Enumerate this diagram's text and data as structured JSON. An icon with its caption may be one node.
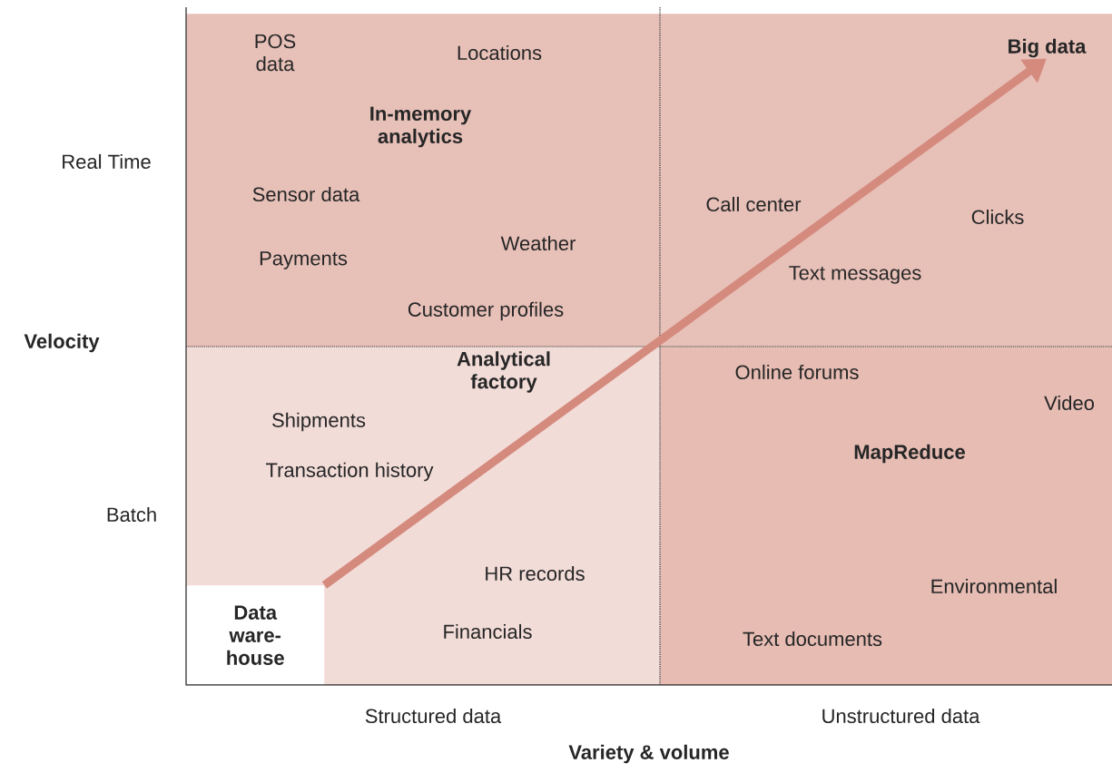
{
  "diagram": {
    "nodes": [
      {
        "text": [
          "POS data",
          "Locations",
          "In-memory analytics",
          "Sensor data",
          "Payments",
          "Weather",
          "Customer profiles"
        ]
      },
      {
        "text": [
          "Call center",
          "Clicks",
          "Text messages"
        ]
      },
      {
        "text": [
          "Big data"
        ],
        "in": 1
      },
      {
        "text": [
          "Analytical factory",
          "Shipments",
          "Transaction history",
          "HR records",
          "Financials"
        ]
      },
      {
        "text": [
          "Data ware- house"
        ],
        "in": 3
      },
      {
        "text": [
          "Online forums",
          "Video",
          "MapReduce",
          "Environmental",
          "Text documents"
        ]
      }
    ],
    "edges": [
      {
        "from": 4,
        "to": 2,
        "arrow": "to"
      }
    ],
    "labels": [
      "Real Time",
      "Velocity",
      "Batch",
      "Structured data",
      "Unstructured data",
      "Variety & volume"
    ]
  }
}
